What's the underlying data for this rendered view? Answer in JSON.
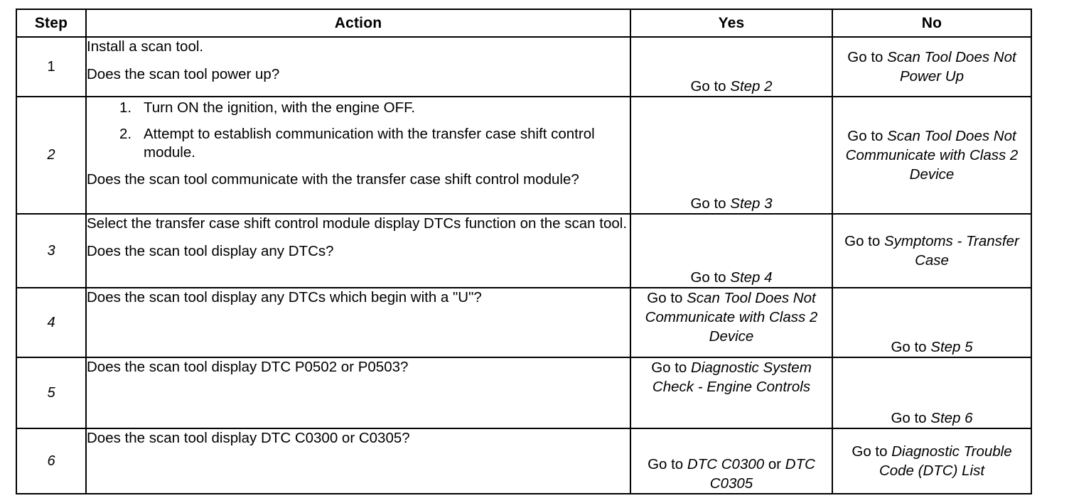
{
  "table": {
    "headers": {
      "step": "Step",
      "action": "Action",
      "yes": "Yes",
      "no": "No"
    },
    "rows": [
      {
        "step": "1",
        "step_italic": false,
        "action_lines": [
          "Install a scan tool.",
          "Does the scan tool power up?"
        ],
        "list_items": [],
        "yes": {
          "prefix": "Go to ",
          "ref": "Step 2",
          "suffix": "",
          "ref2": "",
          "align": "bottom"
        },
        "no": {
          "prefix": "Go to ",
          "ref": "Scan Tool Does Not Power Up",
          "suffix": "",
          "ref2": "",
          "align": "middle"
        }
      },
      {
        "step": "2",
        "step_italic": true,
        "action_lines": [
          "Does the scan tool communicate with the transfer case shift control module?"
        ],
        "list_items": [
          "Turn ON the ignition, with the engine OFF.",
          "Attempt to establish communication with the transfer case shift control module."
        ],
        "yes": {
          "prefix": "Go to ",
          "ref": "Step 3",
          "suffix": "",
          "ref2": "",
          "align": "bottom"
        },
        "no": {
          "prefix": "Go to ",
          "ref": "Scan Tool Does Not Communicate with Class 2 Device",
          "suffix": "",
          "ref2": "",
          "align": "middle"
        }
      },
      {
        "step": "3",
        "step_italic": true,
        "action_lines": [
          "Select the transfer case shift control module display DTCs function on the scan tool.",
          "Does the scan tool display any DTCs?"
        ],
        "list_items": [],
        "yes": {
          "prefix": "Go to ",
          "ref": "Step 4",
          "suffix": "",
          "ref2": "",
          "align": "bottom"
        },
        "no": {
          "prefix": "Go to ",
          "ref": "Symptoms - Transfer Case",
          "suffix": "",
          "ref2": "",
          "align": "middle"
        }
      },
      {
        "step": "4",
        "step_italic": true,
        "action_lines": [
          "Does the scan tool display any DTCs which begin with a \"U\"?"
        ],
        "list_items": [],
        "yes": {
          "prefix": "Go to ",
          "ref": "Scan Tool Does Not Communicate with Class 2 Device",
          "suffix": "",
          "ref2": "",
          "align": "top"
        },
        "no": {
          "prefix": "Go to ",
          "ref": "Step 5",
          "suffix": "",
          "ref2": "",
          "align": "bottom"
        }
      },
      {
        "step": "5",
        "step_italic": true,
        "action_lines": [
          "Does the scan tool display DTC P0502 or P0503?"
        ],
        "list_items": [],
        "yes": {
          "prefix": "Go to ",
          "ref": "Diagnostic System Check - Engine Controls",
          "suffix": "",
          "ref2": "",
          "align": "top"
        },
        "no": {
          "prefix": "Go to ",
          "ref": "Step 6",
          "suffix": "",
          "ref2": "",
          "align": "bottom"
        }
      },
      {
        "step": "6",
        "step_italic": true,
        "action_lines": [
          "Does the scan tool display DTC C0300 or C0305?"
        ],
        "list_items": [],
        "yes": {
          "prefix": "Go to ",
          "ref": "DTC C0300",
          "suffix": " or ",
          "ref2": "DTC C0305",
          "align": "bottom"
        },
        "no": {
          "prefix": "Go to ",
          "ref": "Diagnostic Trouble Code (DTC) List",
          "suffix": "",
          "ref2": "",
          "align": "middle"
        }
      }
    ]
  }
}
